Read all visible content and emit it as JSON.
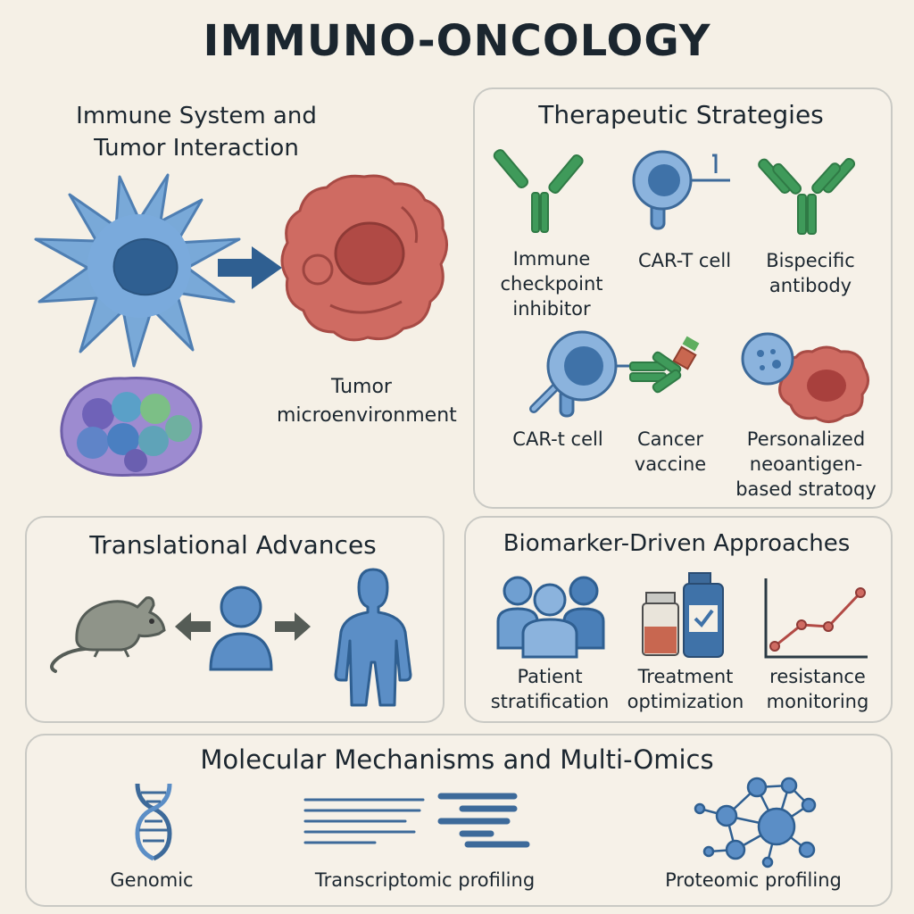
{
  "title": "IMMUNO-ONCOLOGY",
  "immune_section": {
    "heading_line1": "Immune System and",
    "heading_line2": "Tumor Interaction",
    "tumor_label_line1": "Tumor",
    "tumor_label_line2": "microenvironment"
  },
  "therapeutic": {
    "heading": "Therapeutic Strategies",
    "items": [
      {
        "lines": [
          "Immune",
          "checkpoint",
          "inhibitor"
        ],
        "icon": "antibody-icon"
      },
      {
        "lines": [
          "CAR-T cell"
        ],
        "icon": "car-t-cell-icon"
      },
      {
        "lines": [
          "Bispecific",
          "antibody"
        ],
        "icon": "bispecific-antibody-icon"
      },
      {
        "lines": [
          "CAR-t cell"
        ],
        "icon": "car-t-binding-icon"
      },
      {
        "lines": [
          "Cancer",
          "vaccine"
        ],
        "icon": "vaccine-icon"
      },
      {
        "lines": [
          "Personalized",
          "neoantigen-",
          "based stratoqy"
        ],
        "icon": "neoantigen-icon"
      }
    ]
  },
  "translational": {
    "heading": "Translational Advances",
    "icons": [
      "mouse-icon",
      "bidirectional-arrow-icon",
      "person-icon",
      "human-body-icon"
    ]
  },
  "biomarker": {
    "heading": "Biomarker-Driven Approaches",
    "items": [
      {
        "lines": [
          "Patient",
          "stratification"
        ],
        "icon": "patient-group-icon"
      },
      {
        "lines": [
          "Treatment",
          "optimization"
        ],
        "icon": "medication-vials-icon"
      },
      {
        "lines": [
          "resistance",
          "monitoring"
        ],
        "icon": "line-chart-icon"
      }
    ]
  },
  "molecular": {
    "heading": "Molecular Mechanisms and Multi-Omics",
    "items": [
      {
        "label": "Genomic",
        "icon": "dna-icon"
      },
      {
        "label": "Transcriptomic profiling",
        "icon": "transcript-lines-icon"
      },
      {
        "label": "Proteomic profiling",
        "icon": "protein-network-icon"
      }
    ]
  },
  "colors": {
    "background": "#f5f0e6",
    "immune_blue": "#6f9fd1",
    "tumor_red": "#cf6b62",
    "antibody_green": "#3f9a5a",
    "panel_border": "#c9c9c4"
  }
}
